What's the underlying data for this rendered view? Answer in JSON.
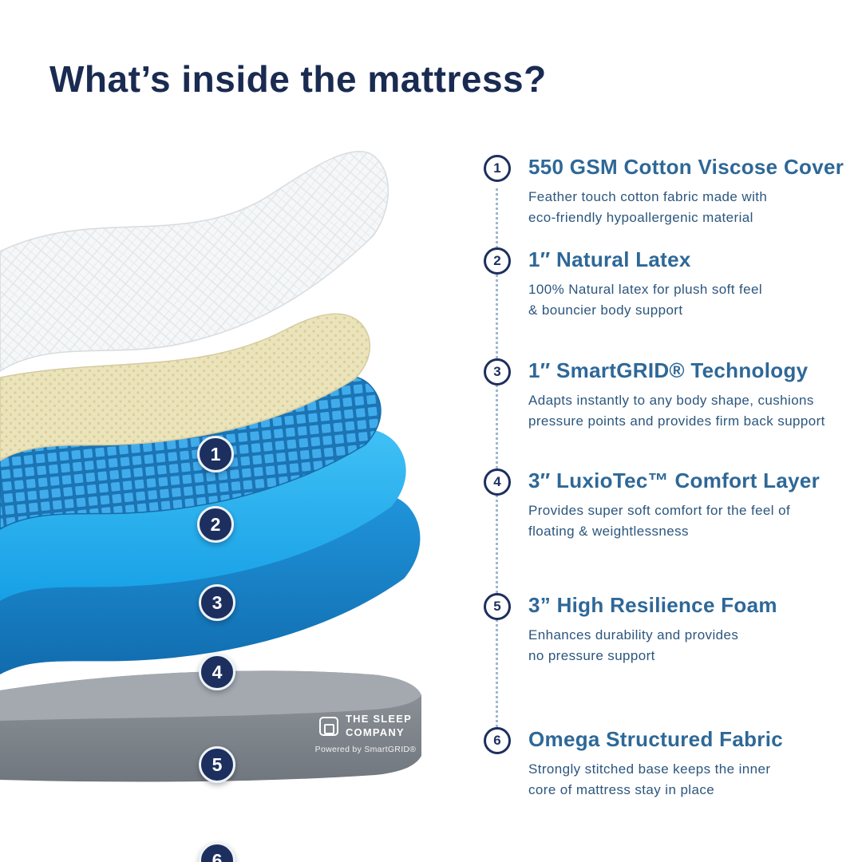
{
  "title": "What’s inside the mattress?",
  "items": [
    {
      "number": "1",
      "heading": "550 GSM Cotton Viscose Cover",
      "description": "Feather touch cotton fabric made with\neco-friendly hypoallergenic material"
    },
    {
      "number": "2",
      "heading": "1″ Natural Latex",
      "description": "100% Natural latex for plush soft feel\n& bouncier body support"
    },
    {
      "number": "3",
      "heading": "1″ SmartGRID® Technology",
      "description": "Adapts instantly to any body shape, cushions\npressure points and provides firm back support"
    },
    {
      "number": "4",
      "heading": "3″ LuxioTec™ Comfort Layer",
      "description": "Provides super soft comfort for the feel of\nfloating & weightlessness"
    },
    {
      "number": "5",
      "heading": "3” High Resilience Foam",
      "description": "Enhances durability and provides\nno pressure support"
    },
    {
      "number": "6",
      "heading": "Omega Structured Fabric",
      "description": "Strongly stitched base keeps the inner\ncore of mattress stay in place"
    }
  ],
  "logo": {
    "name": "THE SLEEP\nCOMPANY",
    "tagline": "Powered by SmartGRID®"
  },
  "colors": {
    "title_navy": "#1a2b52",
    "badge_navy": "#1d2f5e",
    "heading_blue": "#2e6897",
    "body_blue": "#2c567e",
    "layer_cover": "#f5f7f8",
    "layer_latex": "#ebe3ba",
    "layer_grid": "#2f9fe2",
    "layer_comfort": "#29b2f0",
    "layer_foam": "#1b8ad2",
    "layer_base": "#858b91"
  }
}
